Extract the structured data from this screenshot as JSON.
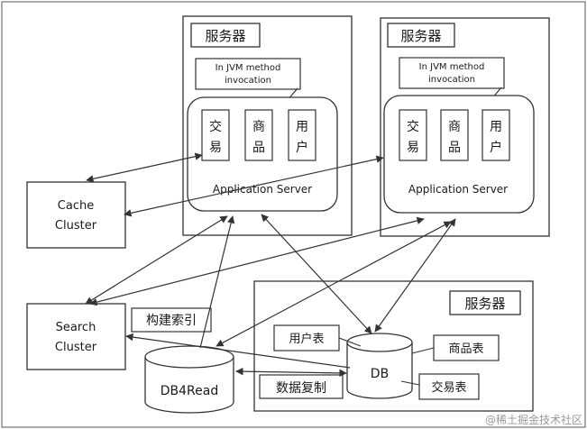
{
  "servers": {
    "server_a": {
      "title": "服务器",
      "jvm_line1": "In JVM method",
      "jvm_line2": "invocation",
      "module_trade": [
        "交",
        "易"
      ],
      "module_product": [
        "商",
        "品"
      ],
      "module_user": [
        "用",
        "户"
      ],
      "app_server": "Application Server"
    },
    "server_b": {
      "title": "服务器",
      "jvm_line1": "In JVM method",
      "jvm_line2": "invocation",
      "module_trade": [
        "交",
        "易"
      ],
      "module_product": [
        "商",
        "品"
      ],
      "module_user": [
        "用",
        "户"
      ],
      "app_server": "Application Server"
    },
    "server_db": {
      "title": "服务器",
      "user_table": "用户表",
      "product_table": "商品表",
      "trade_table": "交易表",
      "db_label": "DB"
    }
  },
  "cache_cluster": [
    "Cache",
    "Cluster"
  ],
  "search_cluster": [
    "Search",
    "Cluster"
  ],
  "build_index": "构建索引",
  "db4read": "DB4Read",
  "data_replication": "数据复制",
  "watermark": "@稀土掘金技术社区",
  "colors": {
    "stroke": "#333333",
    "text": "#1a1a1a",
    "watermark": "#9a9a9a"
  }
}
